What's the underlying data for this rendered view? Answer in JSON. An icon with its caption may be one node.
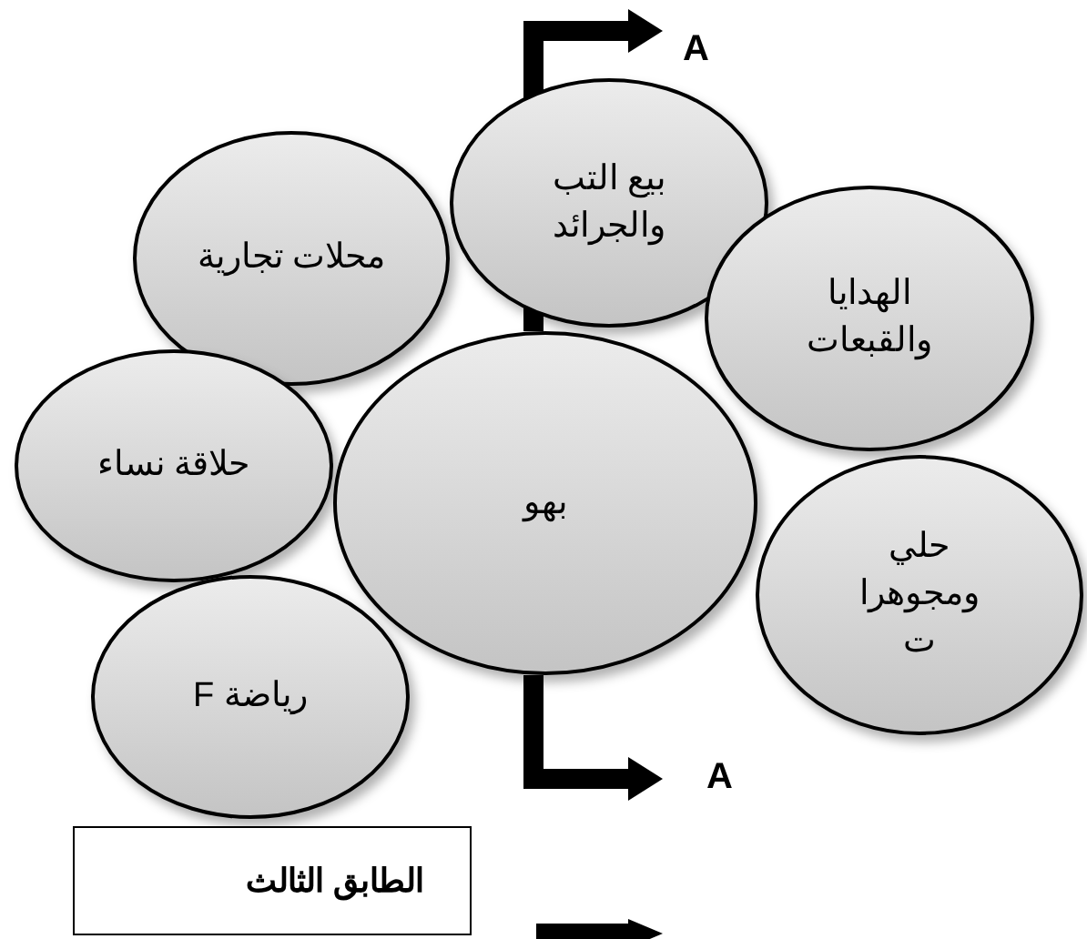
{
  "diagram": {
    "nodes": [
      {
        "text": [
          "بيع التب والجرائد"
        ]
      },
      {
        "text": [
          "محلات تجارية"
        ]
      },
      {
        "text": [
          "الهدايا والقبعات"
        ]
      },
      {
        "text": [
          "حلاقة نساء"
        ]
      },
      {
        "text": [
          "بهو"
        ]
      },
      {
        "text": [
          "حلي ومجوهرا ت"
        ]
      },
      {
        "text": [
          "رياضة F"
        ]
      },
      {
        "text": [
          "الطابق الثالث"
        ]
      }
    ],
    "labels": [
      "A",
      "A"
    ]
  }
}
